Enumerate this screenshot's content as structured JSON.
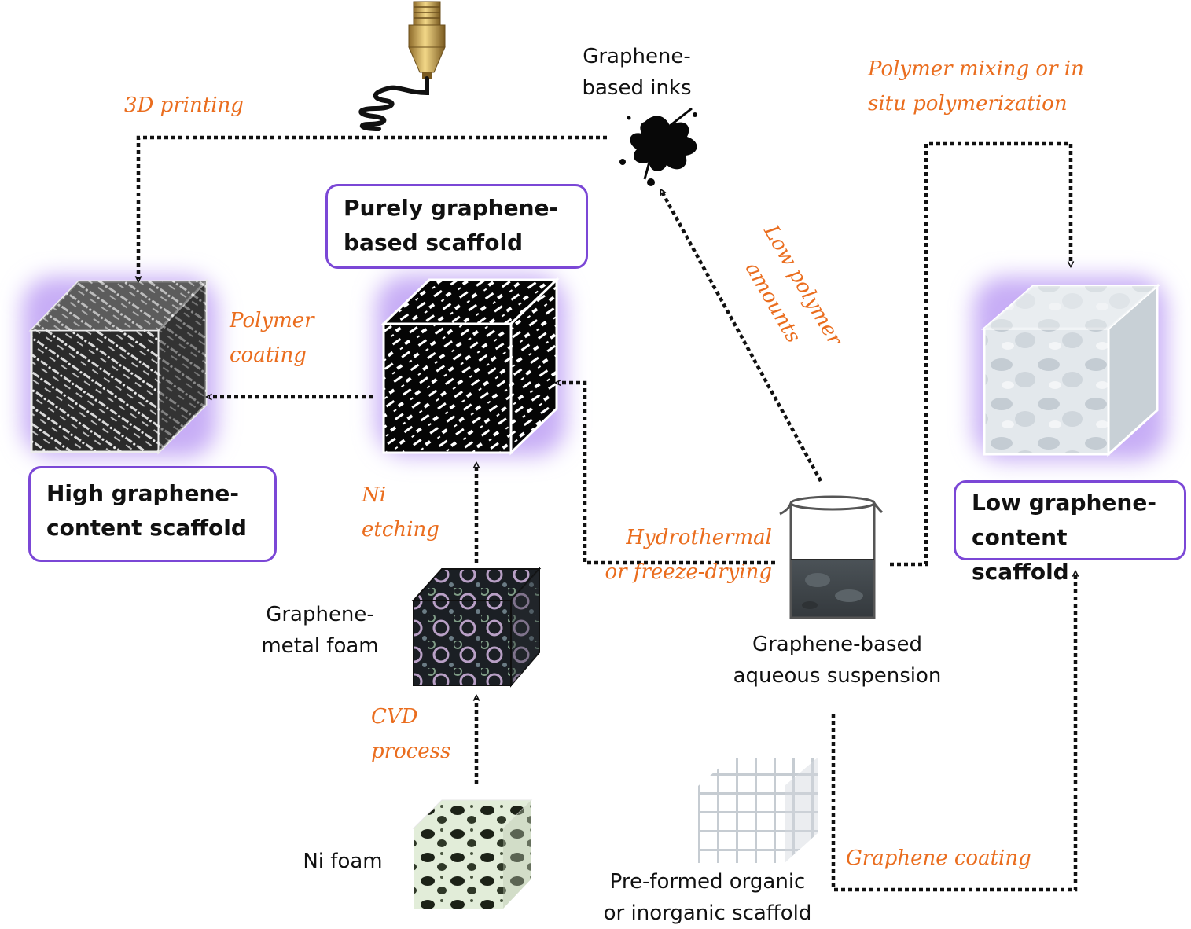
{
  "colors": {
    "accent_border": "#7b47d6",
    "glow": "#c7adf6",
    "step_text": "#ea6d1e",
    "arrow": "#111111"
  },
  "boxes": {
    "high": [
      "High graphene-",
      "content scaffold"
    ],
    "pure": [
      "Purely graphene-",
      "based scaffold"
    ],
    "low": [
      "Low graphene-",
      "content scaffold"
    ]
  },
  "labels": {
    "inks": [
      "Graphene-",
      "based inks"
    ],
    "metal_foam": [
      "Graphene-",
      "metal foam"
    ],
    "ni_foam": "Ni foam",
    "suspension": [
      "Graphene-based",
      "aqueous suspension"
    ],
    "preformed": [
      "Pre-formed organic",
      "or inorganic scaffold"
    ]
  },
  "steps": {
    "printing": "3D printing",
    "polymer_mixing": [
      "Polymer mixing or in",
      "situ polymerization"
    ],
    "low_polymer": [
      "Low polymer",
      "amounts"
    ],
    "polymer_coating": [
      "Polymer",
      "coating"
    ],
    "ni_etching": [
      "Ni",
      "etching"
    ],
    "hydrothermal": [
      "Hydrothermal",
      "or freeze-drying"
    ],
    "cvd": [
      "CVD",
      "process"
    ],
    "graphene_coating": "Graphene coating"
  },
  "icons": {
    "nozzle": "3d-printer-nozzle-icon",
    "ink_splash": "ink-splash-icon",
    "beaker": "beaker-icon"
  }
}
